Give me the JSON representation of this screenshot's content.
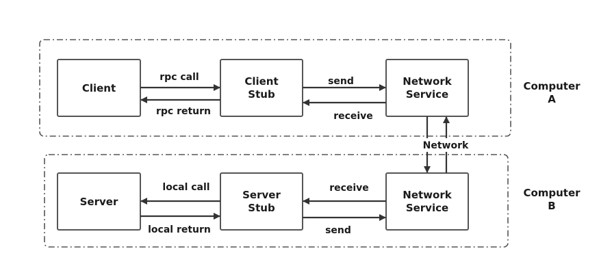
{
  "computer_a": {
    "label_line1": "Computer",
    "label_line2": "A",
    "client": "Client",
    "client_stub_line1": "Client",
    "client_stub_line2": "Stub",
    "network_service_line1": "Network",
    "network_service_line2": "Service",
    "rpc_call": "rpc call",
    "rpc_return": "rpc return",
    "send": "send",
    "receive": "receive"
  },
  "network_label": "Network",
  "computer_b": {
    "label_line1": "Computer",
    "label_line2": "B",
    "server": "Server",
    "server_stub_line1": "Server",
    "server_stub_line2": "Stub",
    "network_service_line1": "Network",
    "network_service_line2": "Service",
    "local_call": "local call",
    "local_return": "local return",
    "receive": "receive",
    "send": "send"
  },
  "colors": {
    "line": "#333333",
    "box_border": "#555555",
    "text": "#1a1a1a",
    "background": "#ffffff"
  }
}
